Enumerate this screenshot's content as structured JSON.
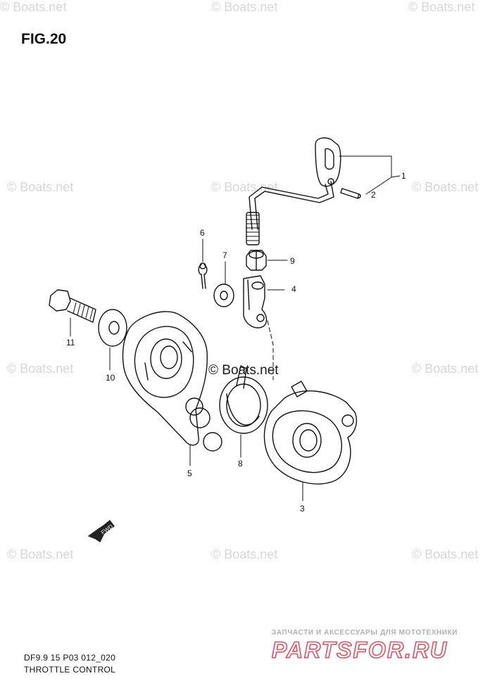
{
  "figure": {
    "title": "FIG.20"
  },
  "watermark": "© Boats.net",
  "center_watermark": "© Boats.net",
  "callouts": [
    "1",
    "2",
    "3",
    "4",
    "5",
    "6",
    "7",
    "8",
    "9",
    "10",
    "11"
  ],
  "direction_marker": "FWD",
  "footer": {
    "code": "DF9.9 15 P03 012_020",
    "title": "THROTTLE CONTROL"
  },
  "brand": {
    "tagline": "ЗАПЧАСТИ И АКСЕССУАРЫ ДЛЯ МОТОТЕХНИКИ",
    "name": "PARTSFOR.RU",
    "color": "#e05060"
  }
}
